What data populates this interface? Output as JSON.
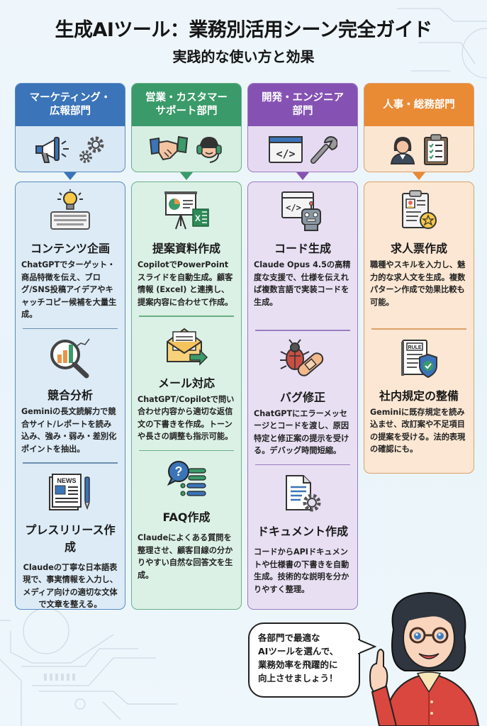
{
  "header": {
    "title": "生成AIツール：業務別活用シーン完全ガイド",
    "subtitle": "実践的な使い方と効果"
  },
  "colors": {
    "marketing": {
      "head": "#3b74b8",
      "bg": "#d9e8f5",
      "border": "#5b8cc2",
      "card_bg": "#dcebf6"
    },
    "sales": {
      "head": "#3a9a6a",
      "bg": "#d7efe2",
      "border": "#6aaf86",
      "card_bg": "#dcf1e6"
    },
    "dev": {
      "head": "#8552b4",
      "bg": "#e6daf2",
      "border": "#9b7cc0",
      "card_bg": "#e8dff3"
    },
    "hr": {
      "head": "#e98a35",
      "bg": "#fbe6d2",
      "border": "#dca16a",
      "card_bg": "#fbe7d3"
    }
  },
  "departments": [
    {
      "name": "マーケティング・\n広報部門",
      "icons": [
        "megaphone-icon",
        "gears-icon"
      ],
      "cases": [
        {
          "icon": "lightbulb-keyboard-icon",
          "title": "コンテンツ企画",
          "desc": "ChatGPTでターゲット・商品特徴を伝え、ブログ/SNS投稿アイデアやキャッチコピー候補を大量生成。"
        },
        {
          "icon": "magnifier-chart-icon",
          "title": "競合分析",
          "desc": "Geminiの長文読解力で競合サイト/レポートを読み込み、強み・弱み・差別化ポイントを抽出。"
        },
        {
          "icon": "newspaper-pen-icon",
          "title": "プレスリリース作成",
          "desc": "Claudeの丁寧な日本語表現で、事実情報を入力し、メディア向けの適切な文体で文章を整える。"
        }
      ]
    },
    {
      "name": "営業・カスタマー\nサポート部門",
      "icons": [
        "handshake-icon",
        "headset-agent-icon"
      ],
      "cases": [
        {
          "icon": "presentation-excel-icon",
          "title": "提案資料作成",
          "desc": "CopilotでPowerPointスライドを自動生成。顧客情報 (Excel) と連携し、提案内容に合わせて作成。"
        },
        {
          "icon": "envelope-reply-icon",
          "title": "メール対応",
          "desc": "ChatGPT/Copilotで問い合わせ内容から適切な返信文の下書きを作成。トーンや長さの調整も指示可能。"
        },
        {
          "icon": "faq-list-icon",
          "title": "FAQ作成",
          "desc": "Claudeによくある質問を整理させ、顧客目線の分かりやすい自然な回答文を生成。"
        }
      ]
    },
    {
      "name": "開発・エンジニア\n部門",
      "icons": [
        "code-window-icon",
        "wrench-icon"
      ],
      "cases": [
        {
          "icon": "code-robot-icon",
          "title": "コード生成",
          "desc": "Claude Opus 4.5の高精度な支援で、仕様を伝えれば複数言語で実装コードを生成。"
        },
        {
          "icon": "bug-bandage-icon",
          "title": "バグ修正",
          "desc": "ChatGPTにエラーメッセージとコードを渡し、原因特定と修正案の提示を受ける。デバッグ時間短縮。"
        },
        {
          "icon": "document-gear-icon",
          "title": "ドキュメント作成",
          "desc": "コードからAPIドキュメントや仕様書の下書きを自動生成。技術的な説明を分かりやすく整理。"
        }
      ]
    },
    {
      "name": "人事・総務部門",
      "icons": [
        "staff-person-icon",
        "clipboard-checklist-icon"
      ],
      "cases": [
        {
          "icon": "resume-star-icon",
          "title": "求人票作成",
          "desc": "職種やスキルを入力し、魅力的な求人文を生成。複数パターン作成で効果比較も可能。"
        },
        {
          "icon": "rule-book-shield-icon",
          "title": "社内規定の整備",
          "desc": "Geminiに既存規定を読み込ませ、改訂案や不足項目の提案を受ける。法的表現の確認にも。"
        }
      ]
    }
  ],
  "speech_bubble": {
    "text": "各部門で最適な\nAIツールを選んで、\n業務効率を飛躍的に\n向上させましょう！"
  }
}
